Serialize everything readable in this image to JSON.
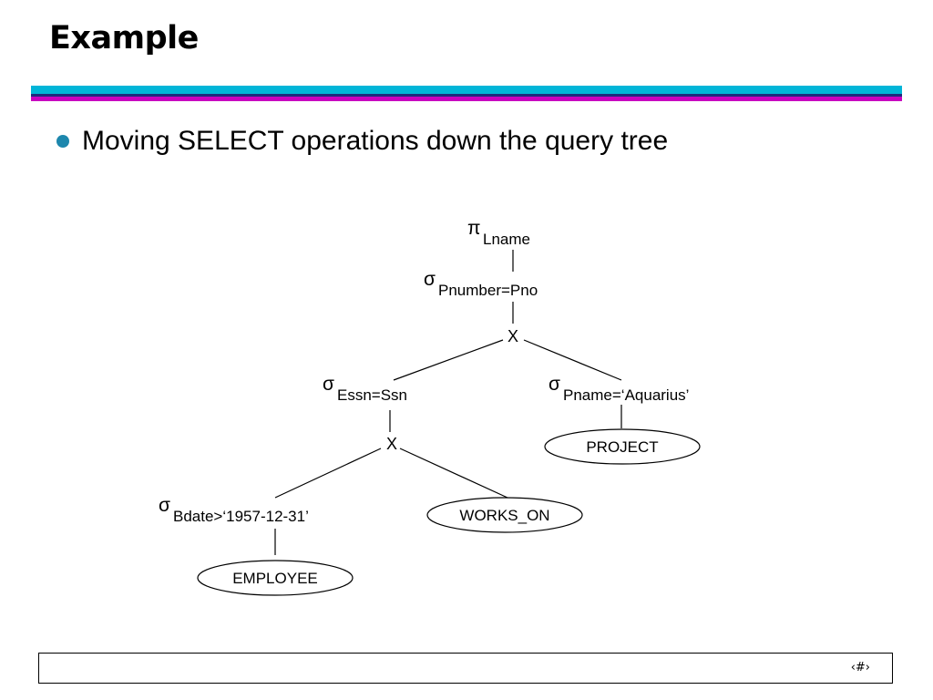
{
  "slide": {
    "title": "Example",
    "bullet": "Moving SELECT operations down the query tree",
    "page_number": "‹#›"
  },
  "tree": {
    "project": {
      "symbol": "π",
      "subscript": "Lname"
    },
    "select_join": {
      "symbol": "σ",
      "subscript": "Pnumber=Pno"
    },
    "cross_top": "X",
    "select_essn": {
      "symbol": "σ",
      "subscript": "Essn=Ssn"
    },
    "select_pname": {
      "symbol": "σ",
      "subscript": "Pname=‘Aquarius’"
    },
    "cross_mid": "X",
    "select_bdate": {
      "symbol": "σ",
      "subscript": "Bdate>‘1957-12-31’"
    },
    "relations": {
      "project": "PROJECT",
      "works_on": "WORKS_ON",
      "employee": "EMPLOYEE"
    }
  }
}
